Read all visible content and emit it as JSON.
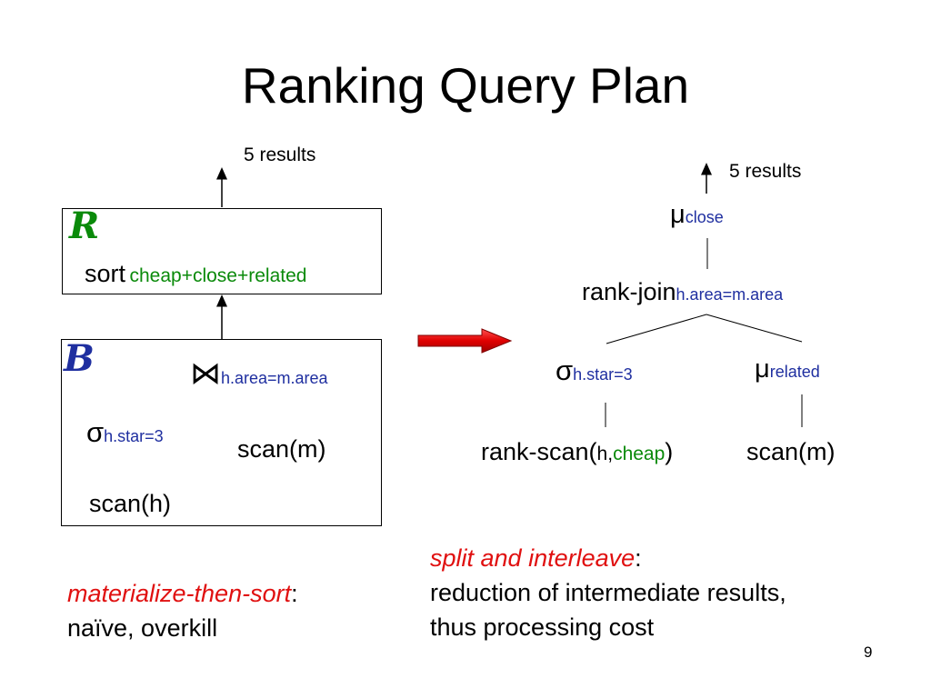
{
  "title": "Ranking Query Plan",
  "left_plan": {
    "top_results": "5 results",
    "r_box": {
      "symbol": "R",
      "sort_label": "sort",
      "sort_criteria": "cheap+close+related"
    },
    "b_box": {
      "symbol": "B",
      "join_symbol": "⋈",
      "join_condition": "h.area=m.area",
      "sigma": "σ",
      "sigma_condition": "h.star=3",
      "scan_m": "scan(m)",
      "scan_h": "scan(h)"
    },
    "note_title": "materialize-then-sort",
    "note_colon": ":",
    "note_body": "naïve, overkill"
  },
  "right_plan": {
    "top_results": "5 results",
    "mu": "μ",
    "mu_close_sub": "close",
    "rank_join": "rank-join",
    "rank_join_sub": "h.area=m.area",
    "sigma": "σ",
    "sigma_sub": "h.star=3",
    "mu_related_sub": "related",
    "rank_scan_prefix": "rank-scan(",
    "rank_scan_h": "h,",
    "rank_scan_cheap": "cheap",
    "rank_scan_close": ")",
    "scan_m": "scan(m)",
    "note_title": "split and interleave",
    "note_colon": ":",
    "note_line1": "reduction of intermediate results,",
    "note_line2": "thus processing cost"
  },
  "page_number": "9",
  "colors": {
    "green": "#0a8a0a",
    "blue": "#1f2fa0",
    "red": "#e01010"
  }
}
